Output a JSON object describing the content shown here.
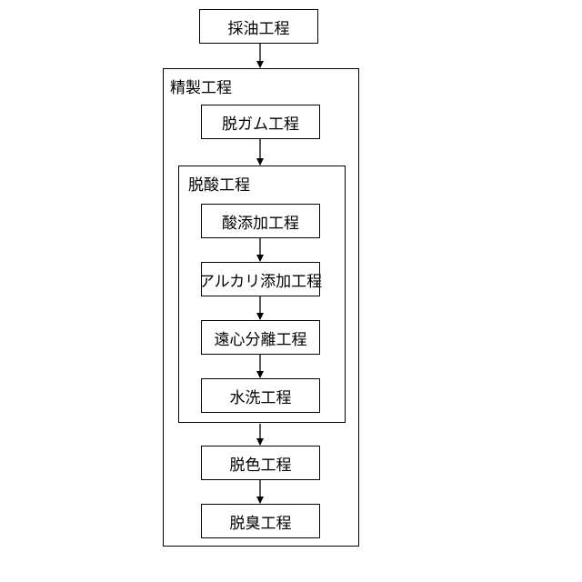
{
  "diagram": {
    "top_step": "採油工程",
    "refining": {
      "label": "精製工程",
      "degumming": "脱ガム工程",
      "deacidification": {
        "label": "脱酸工程",
        "steps": [
          "酸添加工程",
          "アルカリ添加工程",
          "遠心分離工程",
          "水洗工程"
        ]
      },
      "decolorization": "脱色工程",
      "deodorization": "脱臭工程"
    }
  }
}
